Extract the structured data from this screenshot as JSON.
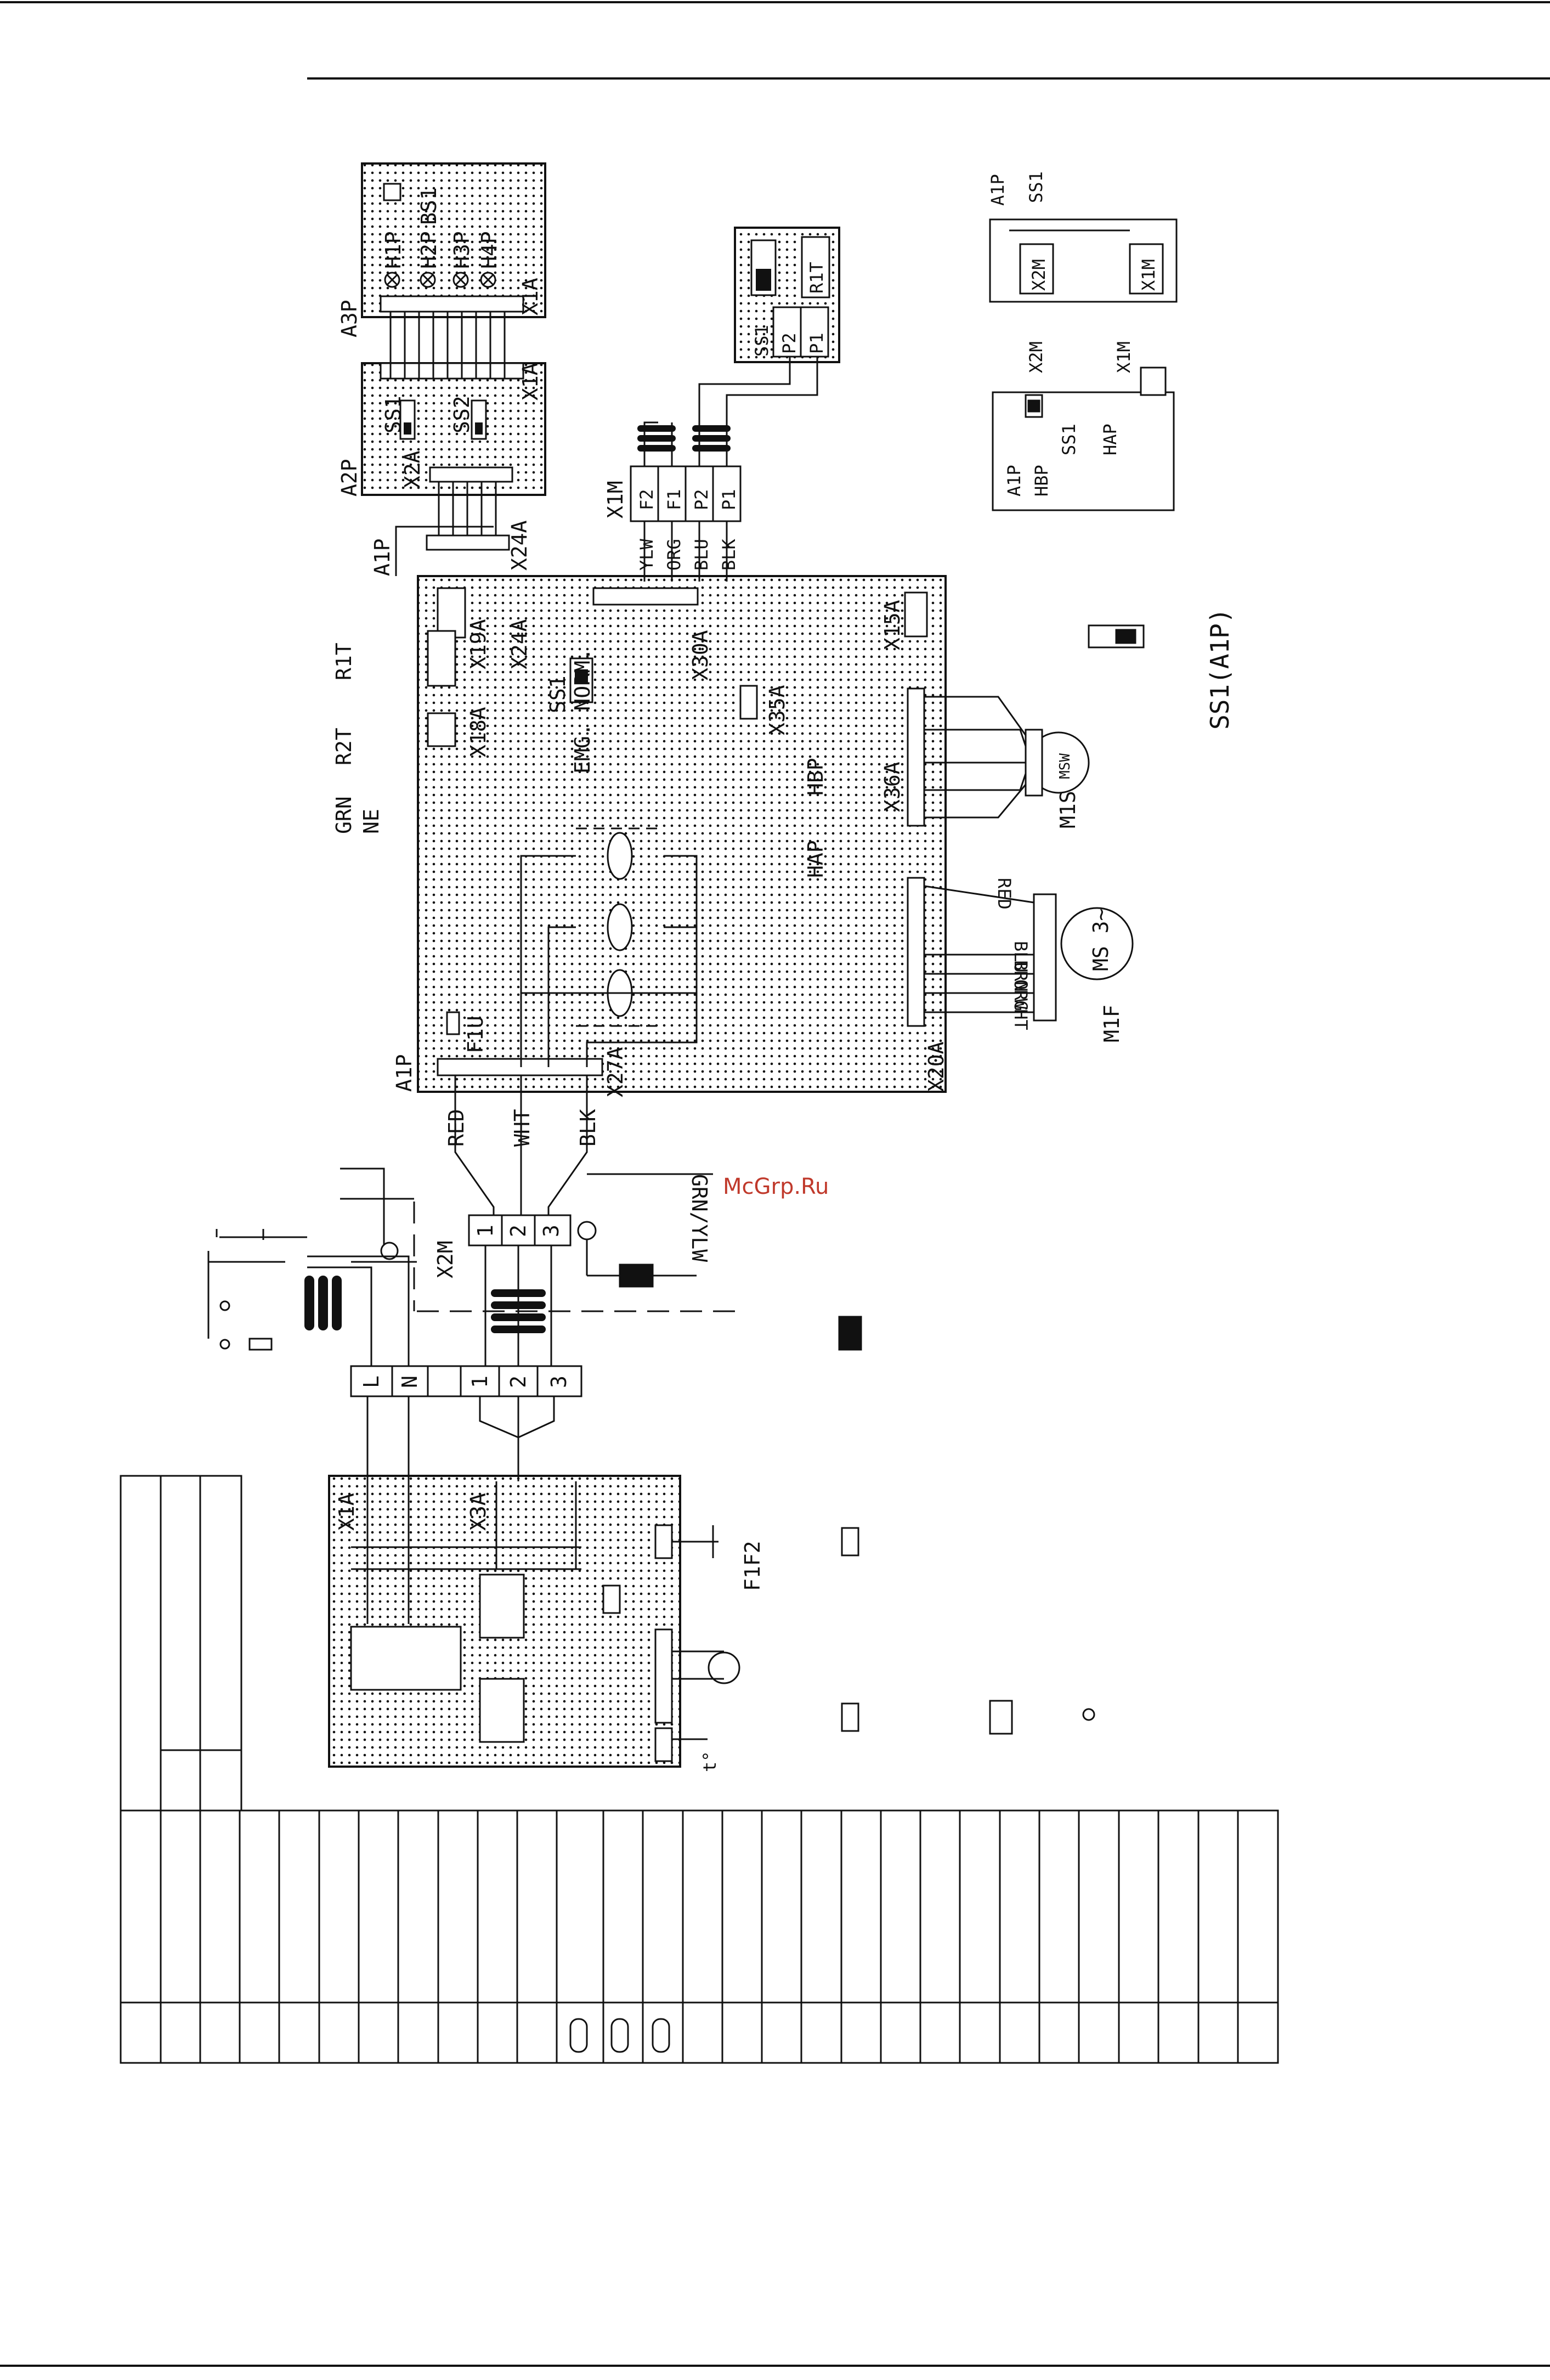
{
  "diagram": {
    "watermark": "McGrp.Ru",
    "colors": {
      "ink": "#111111",
      "board_fill": "#ffffff",
      "watermark": "#c0392b"
    },
    "labels": {
      "a3p": "A3P",
      "a2p": "A2P",
      "a1p_small": "A1P",
      "a1p_main": "A1P",
      "h1p": "H1P",
      "h2p": "H2P",
      "h3p": "H3P",
      "h4p": "H4P",
      "bs1": "BS1",
      "x1a_a3p": "X1A",
      "ss1_a2p": "SS1",
      "ss2_a2p": "SS2",
      "x2a": "X2A",
      "x1a_a2p": "X1A",
      "x24a_top": "X24A",
      "r1t": "R1T",
      "r2t": "R2T",
      "x19a": "X19A",
      "x18a": "X18A",
      "x24a": "X24A",
      "grn": "GRN",
      "e_gnd": "NE",
      "ss1_main": "SS1",
      "emg_norm": "EMG. NORM.",
      "x30a": "X30A",
      "x35a": "X35A",
      "hbp": "HBP",
      "hap": "HAP",
      "x15a": "X15A",
      "x36a": "X36A",
      "x20a": "X20A",
      "x27a": "X27A",
      "f1u": "F1U",
      "m1s": "M1S",
      "msw": "MSW",
      "m1f": "M1F",
      "ms3": "MS 3~",
      "red_wire": "RED",
      "wht_wire": "WHT",
      "blk_wire": "BLK",
      "grn_ylw": "GRN/YLW",
      "x2m": "X2M",
      "x1m": "X1M",
      "ylw": "YLW",
      "org": "ORG",
      "blu": "BLU",
      "blk": "BLK",
      "f2": "F2",
      "f1": "F1",
      "p2": "P2",
      "p1": "P1",
      "ss1_r": "SS1",
      "r1t_r": "R1T",
      "p2_r": "P2",
      "p1_r": "P1",
      "red_m": "RED",
      "blu_m": "BLU",
      "brn_m": "BRN",
      "org_m": "ORG",
      "wht_m": "WHT",
      "ss1_a1p_caption": "SS1(A1P)",
      "a1p_tr": "A1P",
      "ss1_tr": "SS1",
      "x2m_tr": "X2M",
      "x1m_tr": "X1M",
      "x2m_mid": "X2M",
      "x1m_mid": "X1M",
      "a1p_mid": "A1P",
      "hbp_mid": "HBP",
      "ss1_mid": "SS1",
      "hap_mid": "HAP",
      "t1": "1",
      "t2": "2",
      "t3": "3",
      "tL": "L",
      "tN": "N",
      "b1": "1",
      "b2": "2",
      "b3": "3",
      "x1a_ou": "X1A",
      "x3a_ou": "X3A",
      "f1f2": "F1F2",
      "t_sensor": "t°"
    }
  }
}
